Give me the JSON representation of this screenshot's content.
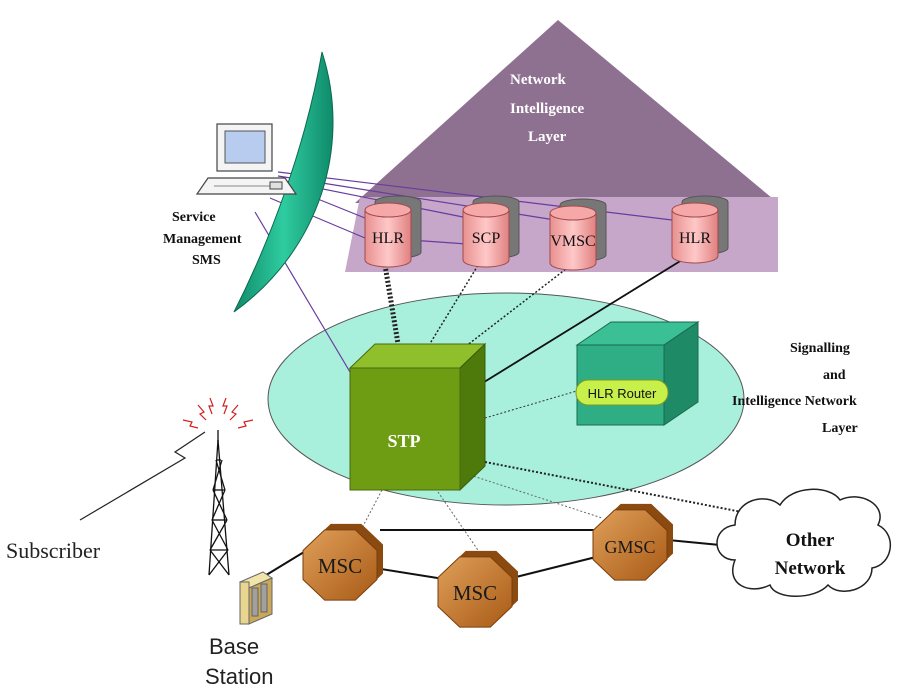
{
  "network_layer": {
    "line1": "Network",
    "line2": "Intelligence",
    "line3": "Layer",
    "fill_color": "#8e7191",
    "band_color": "#c7a7c9"
  },
  "databases": [
    {
      "id": "hlr-left",
      "label": "HLR"
    },
    {
      "id": "scp",
      "label": "SCP"
    },
    {
      "id": "vmsc",
      "label": "VMSC"
    },
    {
      "id": "hlr-right",
      "label": "HLR"
    }
  ],
  "service_management": {
    "line1": "Service",
    "line2": "Management",
    "line3": "SMS"
  },
  "signalling_layer": {
    "line1": "Signalling",
    "line2": "and",
    "line3": "Intelligence Network",
    "line4": "Layer",
    "fill_color": "#a8f0dc"
  },
  "stp": {
    "label": "STP",
    "color": "#6e9c12"
  },
  "hlr_router": {
    "label": "HLR Router",
    "color": "#2fae86",
    "label_bg": "#c8f04a"
  },
  "switches": [
    {
      "id": "msc-1",
      "label": "MSC"
    },
    {
      "id": "msc-2",
      "label": "MSC"
    },
    {
      "id": "gmsc",
      "label": "GMSC"
    }
  ],
  "switch_color": "#c67726",
  "other_network": {
    "line1": "Other",
    "line2": "Network"
  },
  "subscriber": {
    "label": "Subscriber"
  },
  "base_station": {
    "line1": "Base",
    "line2": "Station"
  },
  "icons": [
    "computer-icon",
    "antenna-tower-icon",
    "base-station-icon",
    "cloud-icon",
    "satellite-dish-icon"
  ]
}
